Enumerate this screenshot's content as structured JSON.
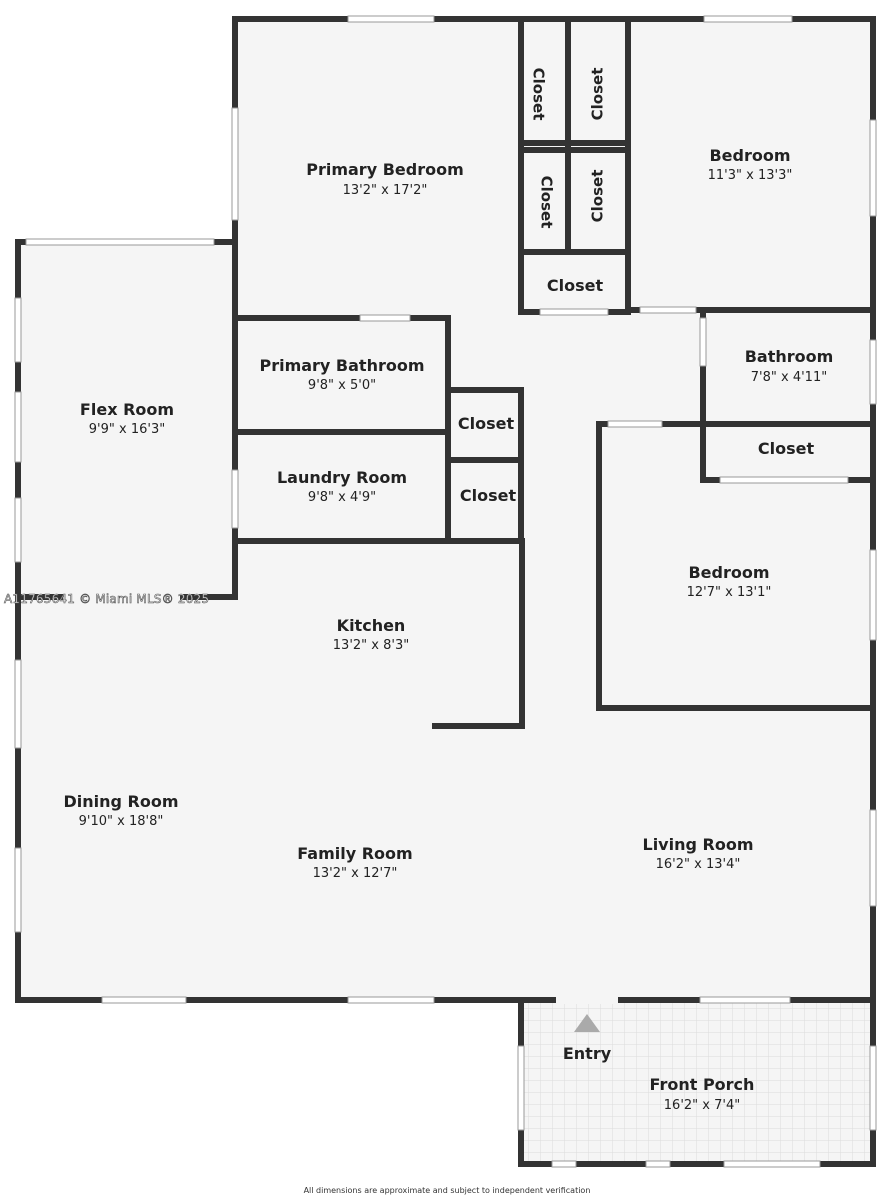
{
  "rooms": {
    "primary_bedroom": {
      "name": "Primary Bedroom",
      "dims": "13'2\" x 17'2\""
    },
    "bedroom_top": {
      "name": "Bedroom",
      "dims": "11'3\" x 13'3\""
    },
    "flex_room": {
      "name": "Flex Room",
      "dims": "9'9\" x 16'3\""
    },
    "primary_bathroom": {
      "name": "Primary Bathroom",
      "dims": "9'8\" x 5'0\""
    },
    "laundry_room": {
      "name": "Laundry Room",
      "dims": "9'8\" x 4'9\""
    },
    "bathroom": {
      "name": "Bathroom",
      "dims": "7'8\" x 4'11\""
    },
    "bedroom_right": {
      "name": "Bedroom",
      "dims": "12'7\" x 13'1\""
    },
    "kitchen": {
      "name": "Kitchen",
      "dims": "13'2\" x 8'3\""
    },
    "dining_room": {
      "name": "Dining Room",
      "dims": "9'10\" x 18'8\""
    },
    "family_room": {
      "name": "Family Room",
      "dims": "13'2\" x 12'7\""
    },
    "living_room": {
      "name": "Living Room",
      "dims": "16'2\" x 13'4\""
    },
    "front_porch": {
      "name": "Front Porch",
      "dims": "16'2\" x 7'4\""
    }
  },
  "closet_label": "Closet",
  "entry_label": "Entry",
  "watermark": "A11765641 © Miami MLS® 2025",
  "footer": "All dimensions are approximate and subject to independent verification",
  "colors": {
    "wall": "#333333",
    "floor": "#f5f5f5",
    "window": "#ffffff",
    "entry_arrow": "#aaaaaa"
  }
}
